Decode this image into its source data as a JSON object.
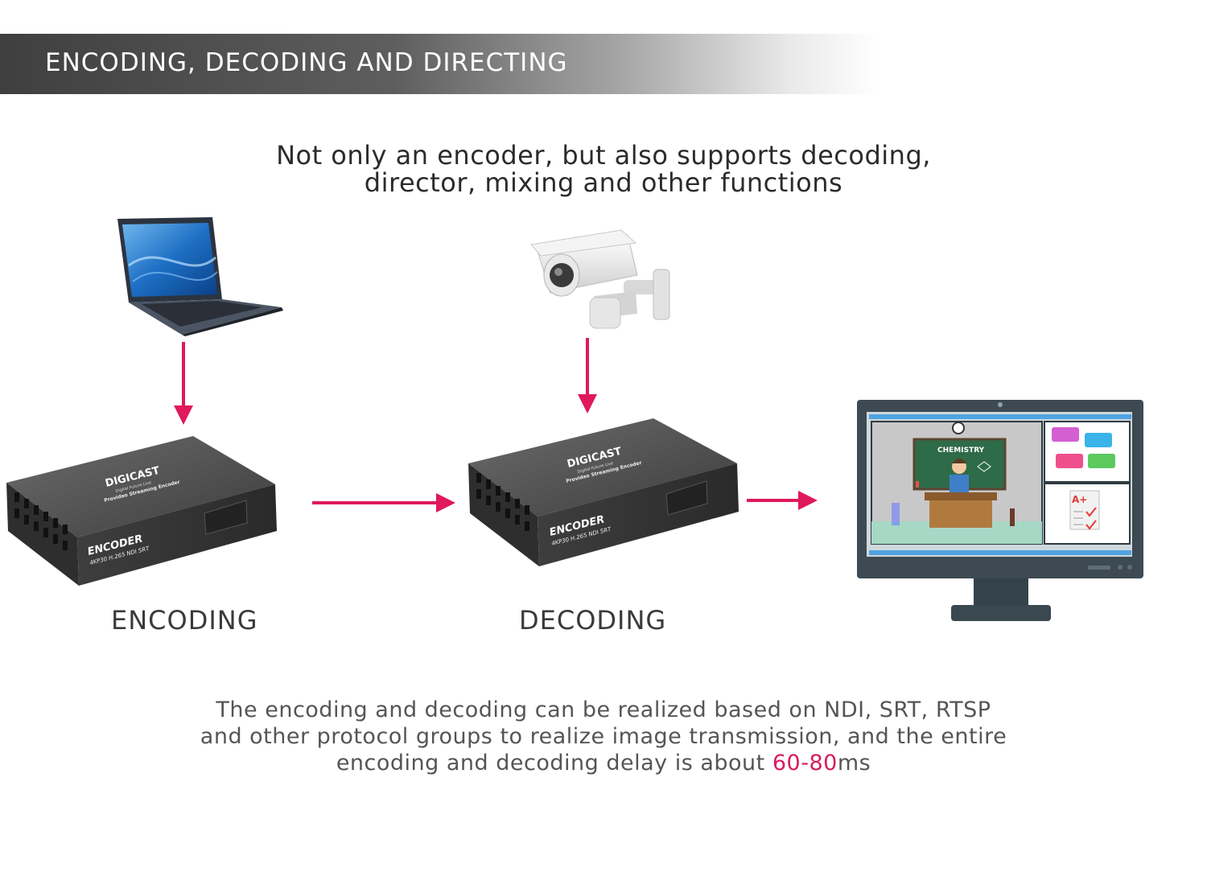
{
  "header": {
    "title": "ENCODING, DECODING AND DIRECTING"
  },
  "subtitle": {
    "line1": "Not only an encoder, but also supports decoding,",
    "line2": "director, mixing and other functions"
  },
  "devices": {
    "brand": "DIGICAST",
    "brand_sub": "Digital Future Live",
    "model_name": "Provideo Streaming Encoder",
    "type_label": "ENCODER",
    "spec_label": "4KP30 H.265 NDI SRT"
  },
  "screen": {
    "board_text": "CHEMISTRY"
  },
  "labels": {
    "encoding": "ENCODING",
    "decoding": "DECODING"
  },
  "bottom_text": {
    "line1": "The encoding and decoding can be realized based on NDI, SRT, RTSP",
    "line2": "and other protocol groups to realize image transmission, and the entire",
    "line3_prefix": "encoding and decoding delay is about ",
    "line3_highlight": "60-80",
    "line3_suffix": "ms"
  },
  "colors": {
    "arrow": "#e0185c",
    "accent": "#d81b60",
    "monitor_frame": "#3d4a52"
  }
}
